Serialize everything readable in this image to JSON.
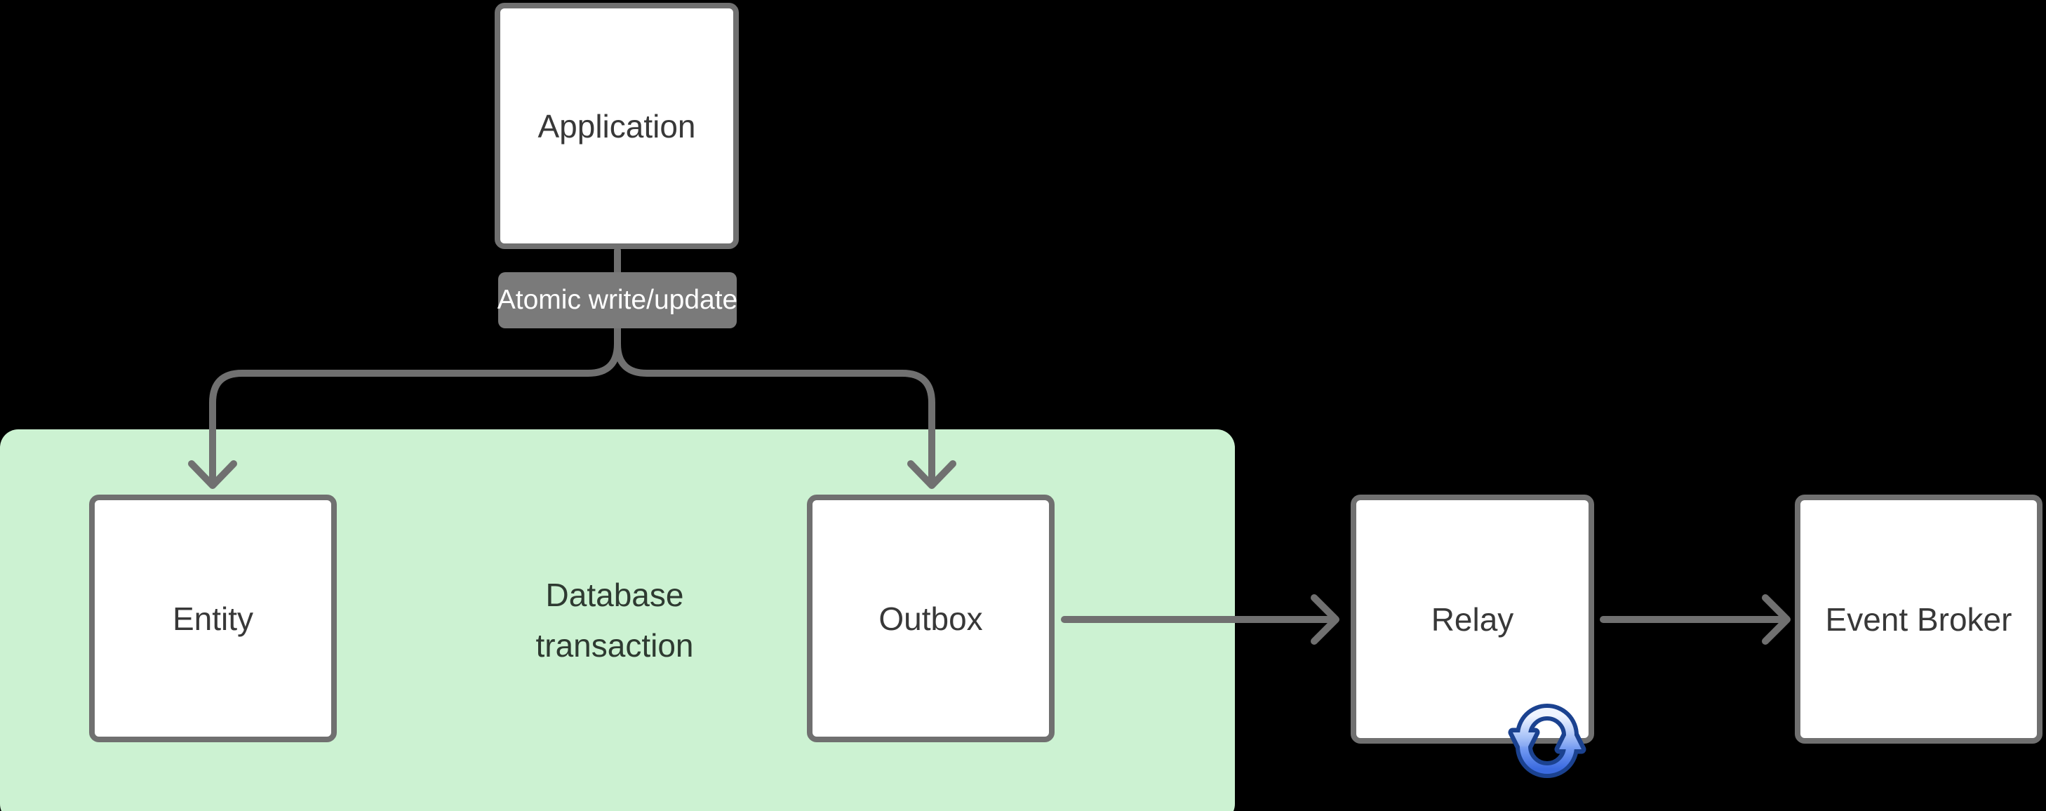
{
  "diagram": {
    "nodes": {
      "application": {
        "label": "Application"
      },
      "entity": {
        "label": "Entity"
      },
      "outbox": {
        "label": "Outbox"
      },
      "relay": {
        "label": "Relay"
      },
      "event_broker": {
        "label": "Event Broker"
      }
    },
    "zone": {
      "label_line1": "Database",
      "label_line2": "transaction",
      "fill": "#ccf2d2",
      "text_color": "#2e3a31"
    },
    "badge": {
      "label": "Atomic write/update",
      "bg": "#7a7a7a",
      "text_color": "#ffffff"
    },
    "icons": {
      "sync": {
        "name": "sync-icon",
        "primary": "#4674e4",
        "outline": "#1b4290"
      }
    },
    "colors": {
      "background": "#000000",
      "node_fill": "#ffffff",
      "node_border": "#707070",
      "connector": "#707070",
      "label_text": "#383838"
    }
  }
}
